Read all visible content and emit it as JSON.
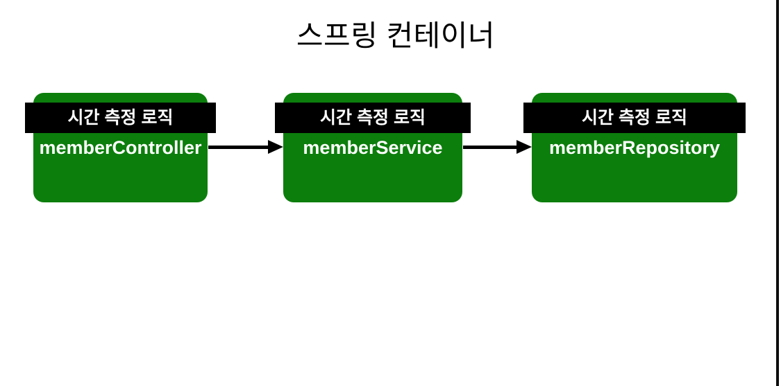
{
  "title": "스프링 컨테이너",
  "colors": {
    "node_green": "#0c7e0c",
    "badge_background": "#000000",
    "node_text": "#ffffff",
    "title_text": "#000000",
    "arrow": "#000000",
    "slide_border": "#0d0d0d"
  },
  "diagram": {
    "nodes": [
      {
        "badge": "시간 측정 로직",
        "label": "memberController"
      },
      {
        "badge": "시간 측정 로직",
        "label": "memberService"
      },
      {
        "badge": "시간 측정 로직",
        "label": "memberRepository"
      }
    ],
    "edges": [
      {
        "from": "memberController",
        "to": "memberService"
      },
      {
        "from": "memberService",
        "to": "memberRepository"
      }
    ]
  }
}
